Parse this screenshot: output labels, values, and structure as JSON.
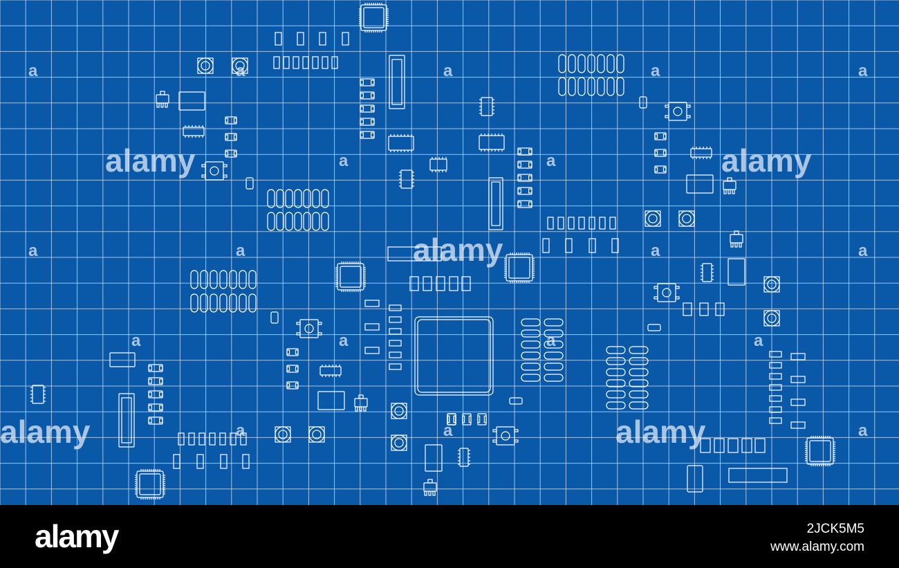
{
  "image": {
    "subject": "Electronic circuit board components drawn as white outlines on a blue grid",
    "background_color": "#0a58a8",
    "grid_color": "#d8e6f7",
    "line_color": "#ffffff"
  },
  "watermark": {
    "word": "alamy",
    "small_mark": "a"
  },
  "footer": {
    "brand": "alamy",
    "image_id": "2JCK5M5",
    "site": "www.alamy.com"
  }
}
